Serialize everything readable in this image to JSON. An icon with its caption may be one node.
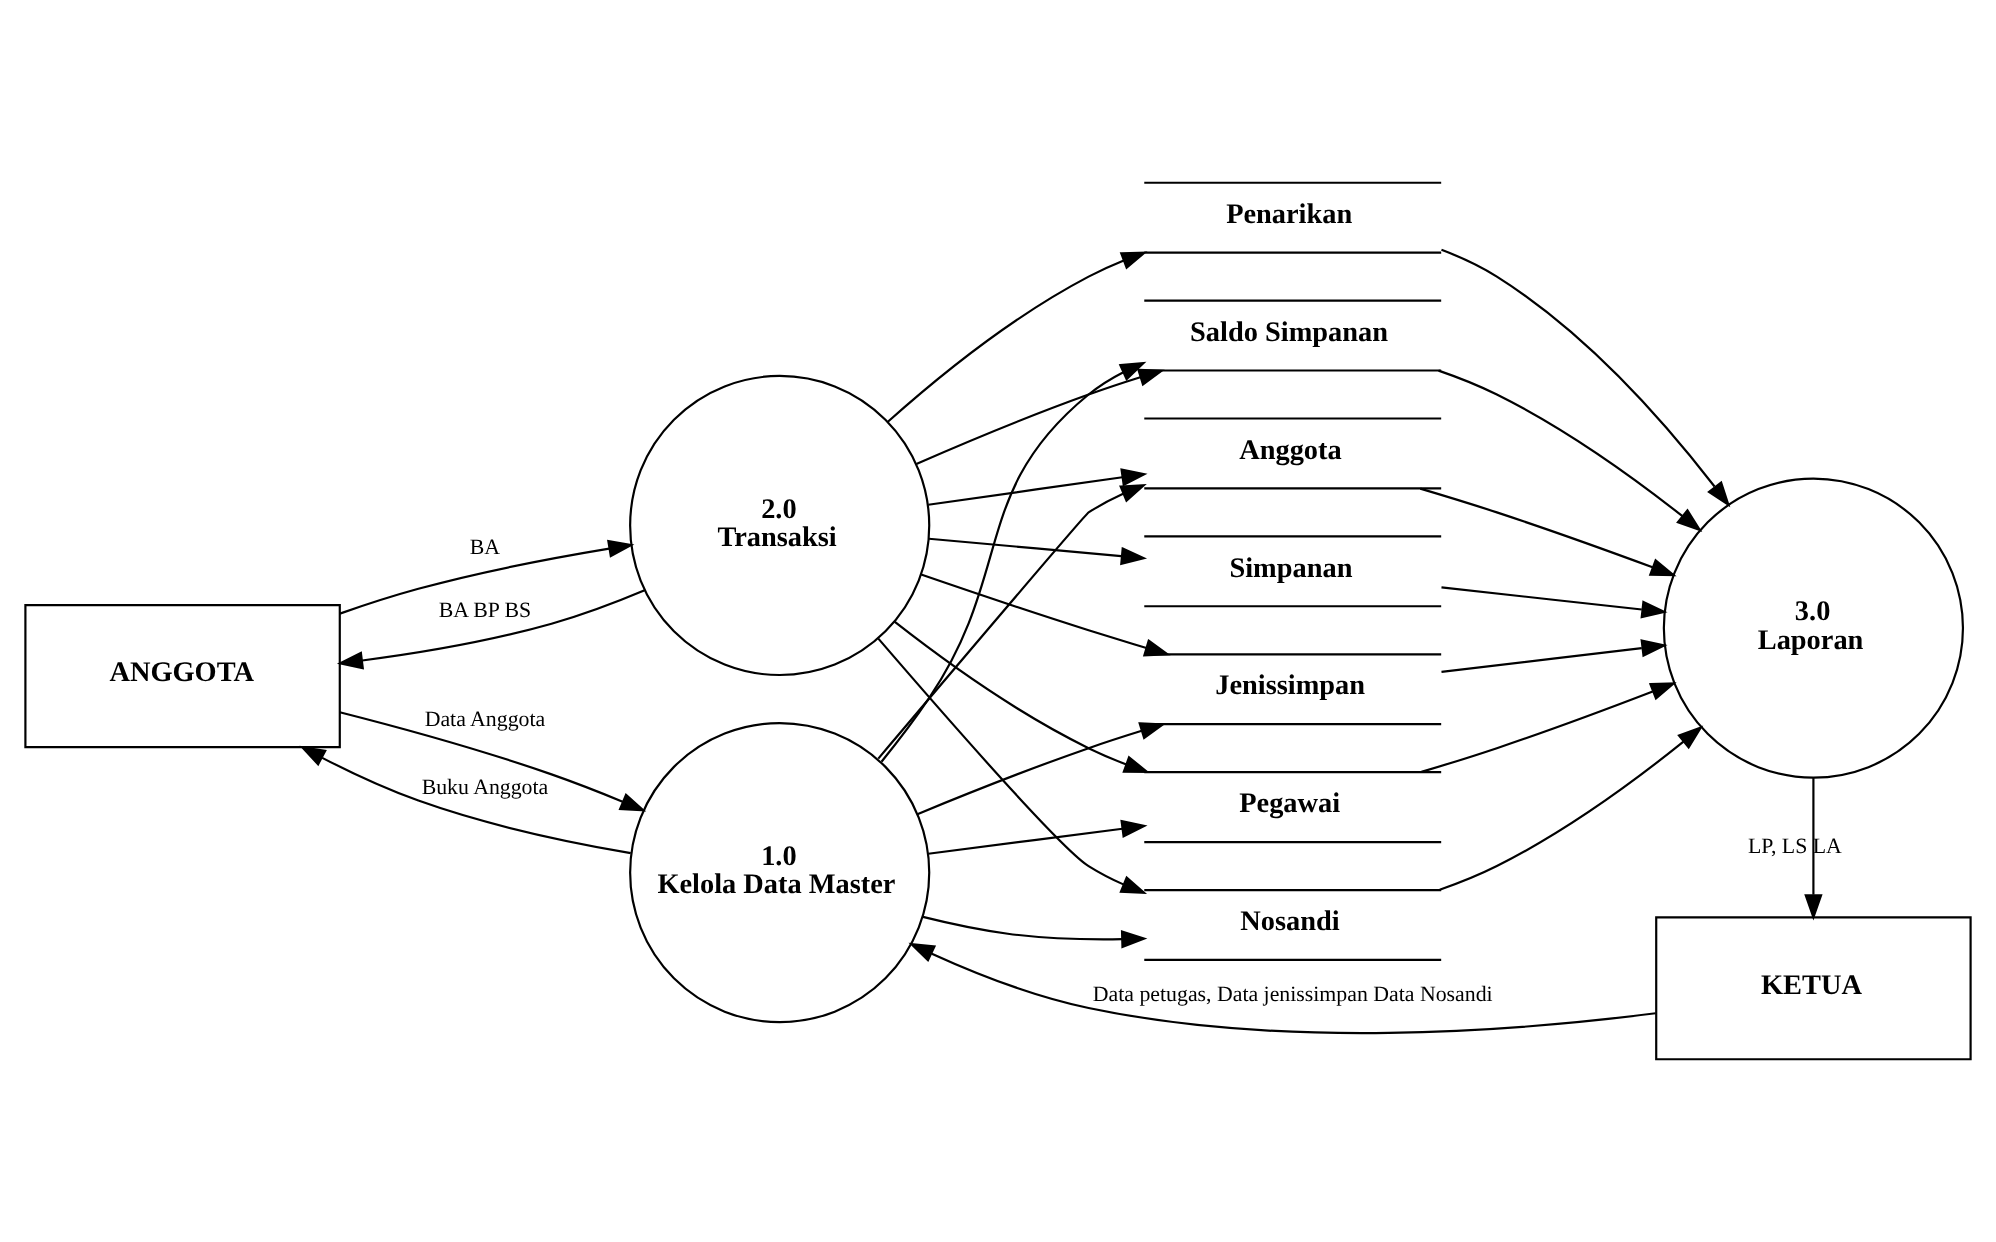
{
  "diagram": {
    "nodes": [
      {
        "text": [
          "ANGGOTA"
        ]
      },
      {
        "text": [
          "1.0",
          "Kelola Data Master"
        ]
      },
      {
        "text": [
          "Jenissimpan"
        ]
      },
      {
        "text": [
          "Anggota"
        ]
      },
      {
        "text": [
          "Pegawai"
        ]
      },
      {
        "text": [
          "Nosandi"
        ]
      },
      {
        "text": [
          "Saldo Simpanan"
        ]
      },
      {
        "text": [
          "2.0",
          "Transaksi"
        ]
      },
      {
        "text": [
          "3.0",
          "Laporan"
        ]
      },
      {
        "text": [
          "Simpanan"
        ]
      },
      {
        "text": [
          "Penarikan"
        ]
      },
      {
        "text": [
          "KETUA"
        ]
      }
    ],
    "edges": [
      {
        "from": 1,
        "to": 0,
        "arrow": "to",
        "label": "Buku Anggota"
      },
      {
        "from": 0,
        "to": 1,
        "arrow": "to",
        "label": "Data Anggota"
      },
      {
        "from": 11,
        "to": 1,
        "arrow": "to",
        "label": "Data petugas, Data jenissimpan Data Nosandi"
      },
      {
        "from": 7,
        "to": 2,
        "arrow": "to"
      },
      {
        "from": 1,
        "to": 2,
        "arrow": "to"
      },
      {
        "from": 1,
        "to": 3,
        "arrow": "to"
      },
      {
        "from": 1,
        "to": 4,
        "arrow": "to"
      },
      {
        "from": 1,
        "to": 5,
        "arrow": "to"
      },
      {
        "from": 1,
        "to": 6,
        "arrow": "to"
      },
      {
        "from": 7,
        "to": 6,
        "arrow": "to"
      },
      {
        "from": 0,
        "to": 7,
        "arrow": "to",
        "label": "BA"
      },
      {
        "from": 7,
        "to": 0,
        "arrow": "to",
        "label": "BA BP BS"
      },
      {
        "from": 7,
        "to": 3,
        "arrow": "to"
      },
      {
        "from": 7,
        "to": 4,
        "arrow": "to"
      },
      {
        "from": 7,
        "to": 5,
        "arrow": "to"
      },
      {
        "from": 7,
        "to": 9,
        "arrow": "to"
      },
      {
        "from": 7,
        "to": 10,
        "arrow": "to"
      },
      {
        "from": 2,
        "to": 8,
        "arrow": "to"
      },
      {
        "from": 3,
        "to": 8,
        "arrow": "to"
      },
      {
        "from": 4,
        "to": 8,
        "arrow": "to"
      },
      {
        "from": 5,
        "to": 8,
        "arrow": "to"
      },
      {
        "from": 6,
        "to": 8,
        "arrow": "to"
      },
      {
        "from": 9,
        "to": 8,
        "arrow": "to"
      },
      {
        "from": 10,
        "to": 8,
        "arrow": "to"
      },
      {
        "from": 8,
        "to": 11,
        "arrow": "to",
        "label": "LP, LS LA"
      }
    ]
  }
}
